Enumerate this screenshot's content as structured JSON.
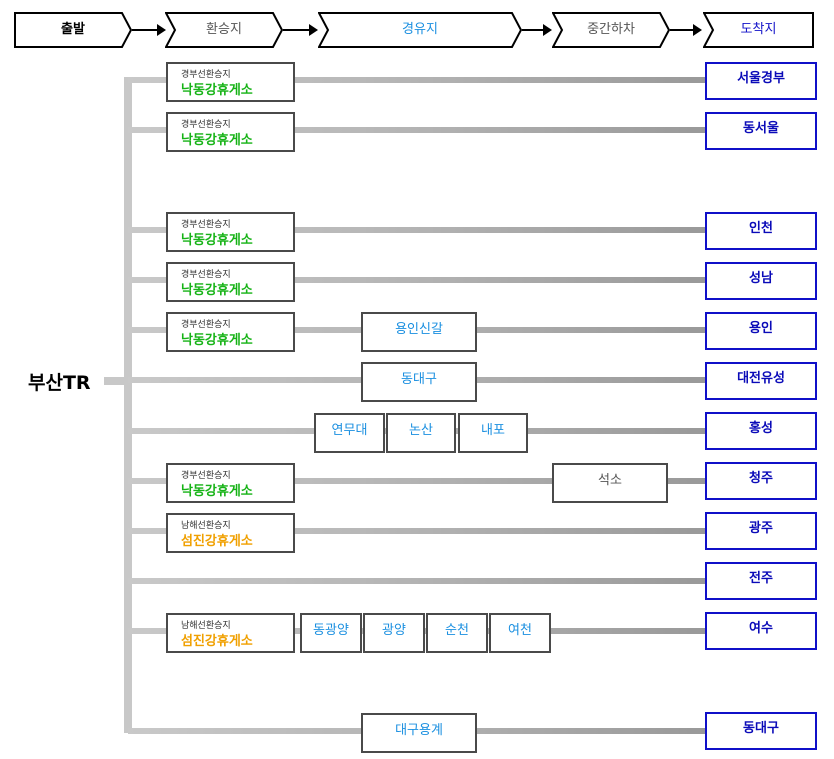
{
  "colors": {
    "transfer_green": "#16b316",
    "transfer_orange": "#f0a000",
    "via_blue": "#1a8fe0",
    "destination_blue": "#0a0ab8",
    "header_via": "#1a8fe0",
    "header_destination": "#1010c8"
  },
  "header": {
    "start": "출발",
    "transfer": "환승지",
    "via": "경유지",
    "drop_off": "중간하차",
    "destination": "도착지"
  },
  "origin": "부산TR",
  "transfer_points": {
    "gyeongbu": {
      "line": "경부선환승지",
      "name": "낙동강휴게소"
    },
    "namhae": {
      "line": "남해선환승지",
      "name": "섬진강휴게소"
    }
  },
  "routes": [
    {
      "destination": "서울경부",
      "transfer": "gyeongbu",
      "via": []
    },
    {
      "destination": "동서울",
      "transfer": "gyeongbu",
      "via": []
    },
    {
      "destination": "인천",
      "transfer": "gyeongbu",
      "via": []
    },
    {
      "destination": "성남",
      "transfer": "gyeongbu",
      "via": []
    },
    {
      "destination": "용인",
      "transfer": "gyeongbu",
      "via": [
        "용인신갈"
      ]
    },
    {
      "destination": "대전유성",
      "transfer": null,
      "via": [
        "동대구"
      ]
    },
    {
      "destination": "홍성",
      "transfer": null,
      "via": [
        "연무대",
        "논산",
        "내포"
      ]
    },
    {
      "destination": "청주",
      "transfer": "gyeongbu",
      "via": [],
      "drop_off": "석소"
    },
    {
      "destination": "광주",
      "transfer": "namhae",
      "via": []
    },
    {
      "destination": "전주",
      "transfer": null,
      "via": []
    },
    {
      "destination": "여수",
      "transfer": "namhae",
      "via": [
        "동광양",
        "광양",
        "순천",
        "여천"
      ]
    },
    {
      "destination": "동대구",
      "transfer": null,
      "via": [
        "대구용계"
      ]
    }
  ]
}
